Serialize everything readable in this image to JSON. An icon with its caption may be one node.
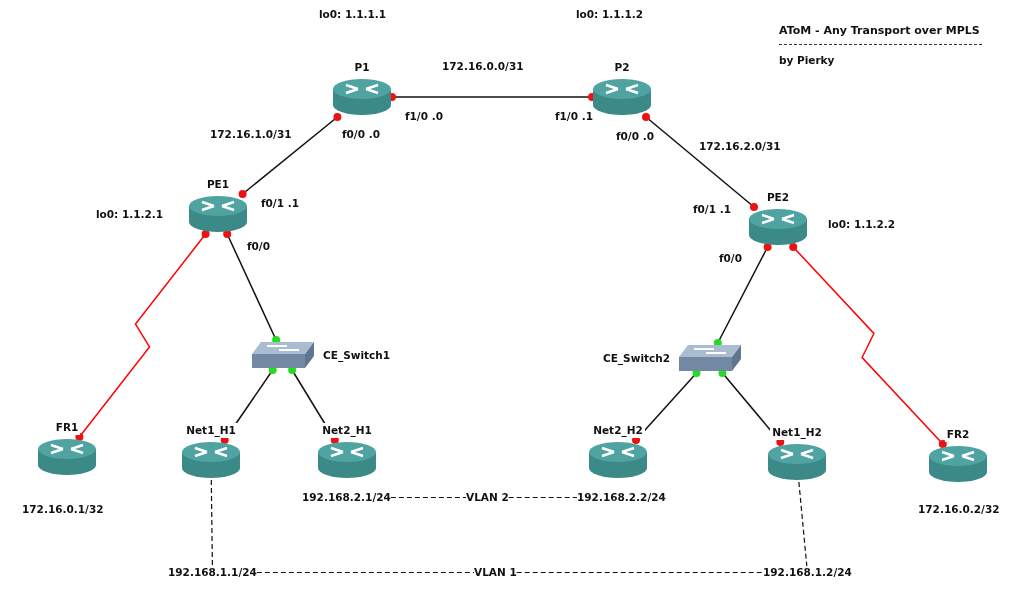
{
  "diagram": {
    "title": "AToM - Any Transport over MPLS",
    "nodes": [
      {
        "text": [
          "P1"
        ]
      },
      {
        "text": [
          "P2"
        ]
      },
      {
        "text": [
          "PE1"
        ],
        "beside": [
          "lo0: 1.1.2.1"
        ]
      },
      {
        "text": [
          "PE2"
        ],
        "beside": [
          "lo0: 1.1.2.2"
        ]
      },
      {
        "text": [
          "FR1"
        ],
        "beside": [
          "172.16.0.1/32"
        ]
      },
      {
        "text": [
          "CE_Switch1"
        ]
      },
      {
        "text": [
          "Net1_H1"
        ]
      },
      {
        "text": [
          "Net2_H1"
        ]
      },
      {
        "text": [
          "CE_Switch2"
        ]
      },
      {
        "text": [
          "Net2_H2"
        ]
      },
      {
        "text": [
          "Net1_H2"
        ]
      },
      {
        "text": [
          "FR2"
        ],
        "beside": [
          "172.16.0.2/32"
        ]
      },
      {
        "text": [
          "192.168.2.1/24"
        ]
      },
      {
        "text": [
          "VLAN 2"
        ]
      },
      {
        "text": [
          "192.168.2.2/24"
        ]
      },
      {
        "text": [
          "192.168.1.1/24"
        ]
      },
      {
        "text": [
          "VLAN 1"
        ]
      },
      {
        "text": [
          "192.168.1.2/24"
        ]
      }
    ],
    "edges": [
      {
        "from": 0,
        "to": 1,
        "arrow": "other",
        "label": "172.16.0.0/31"
      },
      {
        "from": 0,
        "to": 2,
        "arrow": "other",
        "label": "172.16.1.0/31"
      },
      {
        "from": 1,
        "to": 3,
        "arrow": "other",
        "label": "172.16.2.0/31"
      },
      {
        "from": 2,
        "to": 4,
        "arrow": "other",
        "color": "#ff0000"
      },
      {
        "from": 2,
        "to": 5,
        "arrow": "other"
      },
      {
        "from": 5,
        "to": 6,
        "arrow": "other"
      },
      {
        "from": 5,
        "to": 7,
        "arrow": "other"
      },
      {
        "from": 3,
        "to": 8,
        "arrow": "other"
      },
      {
        "from": 3,
        "to": 11,
        "arrow": "other",
        "color": "#ff0000"
      },
      {
        "from": 8,
        "to": 9,
        "arrow": "other"
      },
      {
        "from": 8,
        "to": 10,
        "arrow": "other"
      },
      {
        "from": 6,
        "to": 15,
        "arrow": "none",
        "style": "dashed"
      },
      {
        "from": 10,
        "to": 17,
        "arrow": "none",
        "style": "dashed"
      },
      {
        "from": 12,
        "to": 13,
        "arrow": "none",
        "style": "dashed"
      },
      {
        "from": 13,
        "to": 14,
        "arrow": "none",
        "style": "dashed"
      },
      {
        "from": 15,
        "to": 16,
        "arrow": "none",
        "style": "dashed"
      },
      {
        "from": 16,
        "to": 17,
        "arrow": "none",
        "style": "dashed"
      }
    ],
    "labels": [
      "lo0: 1.1.1.1",
      "lo0: 1.1.1.2",
      "by Pierky",
      "f1/0 .0",
      "f1/0 .1",
      "f0/0 .0",
      "f0/0 .0",
      "f0/1 .1",
      "f0/1 .1",
      "f0/0",
      "f0/0"
    ]
  }
}
